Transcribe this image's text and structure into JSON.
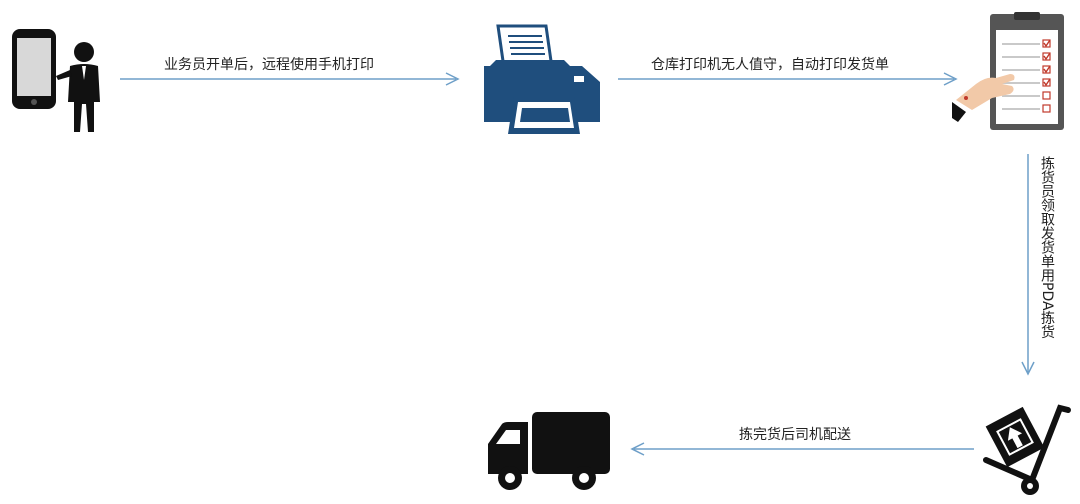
{
  "steps": {
    "step1": "业务员开单后，远程使用手机打印",
    "step2": "仓库打印机无人值守，自动打印发货单",
    "step3": "拣货员领取发货单用PDA拣货",
    "step4": "拣完货后司机配送"
  },
  "colors": {
    "arrow": "#6e9fc8",
    "printer": "#1f4e7d",
    "icon_dark": "#111111",
    "clipboard": "#555555",
    "check_red": "#c0392b",
    "hand": "#f2c9a8"
  },
  "icons": {
    "salesperson": "person-with-phone-icon",
    "printer": "printer-icon",
    "checklist": "checklist-clipboard-icon",
    "handtruck": "hand-truck-icon",
    "truck": "delivery-truck-icon"
  }
}
